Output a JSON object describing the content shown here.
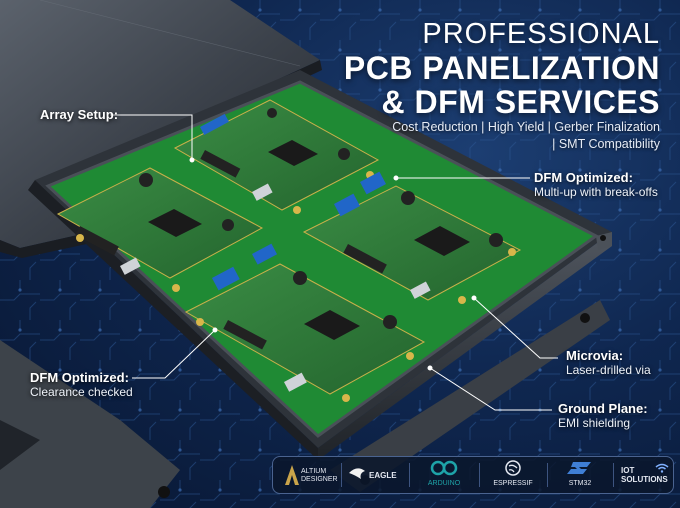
{
  "header": {
    "title_line1": "PROFESSIONAL",
    "title_line2": "PCB PANELIZATION",
    "title_line3": "& DFM SERVICES",
    "subtitle_line1": "Cost Reduction | High Yield | Gerber Finalization",
    "subtitle_line2": "| SMT Compatibility"
  },
  "callouts": {
    "array_setup": {
      "title": "Array Setup:"
    },
    "dfm_top": {
      "title": "DFM Optimized:",
      "desc": "Multi-up with break-offs"
    },
    "dfm_left": {
      "title": "DFM Optimized:",
      "desc": "Clearance checked"
    },
    "microvia": {
      "title": "Microvia:",
      "desc": "Laser-drilled via"
    },
    "ground_plane": {
      "title": "Ground Plane:",
      "desc": "EMI shielding"
    }
  },
  "logos": {
    "altium": {
      "line1": "ALTIUM",
      "line2": "DESIGNER",
      "icon": "altium-logo"
    },
    "eagle": {
      "label": "EAGLE",
      "icon": "eagle-logo"
    },
    "arduino": {
      "label": "ARDUINO",
      "icon": "arduino-logo"
    },
    "espressif": {
      "label": "ESPRESSIF",
      "icon": "espressif-logo"
    },
    "stm": {
      "label": "STM32",
      "icon": "st-logo"
    },
    "iot": {
      "line1": "IOT",
      "line2": "SOLUTIONS",
      "icon": "wifi-icon"
    }
  },
  "colors": {
    "background": "#0f2750",
    "pcb_green": "#2f7a3a",
    "enclosure": "#4a4f57",
    "terminal_blue": "#2166c8",
    "text": "#ffffff"
  }
}
